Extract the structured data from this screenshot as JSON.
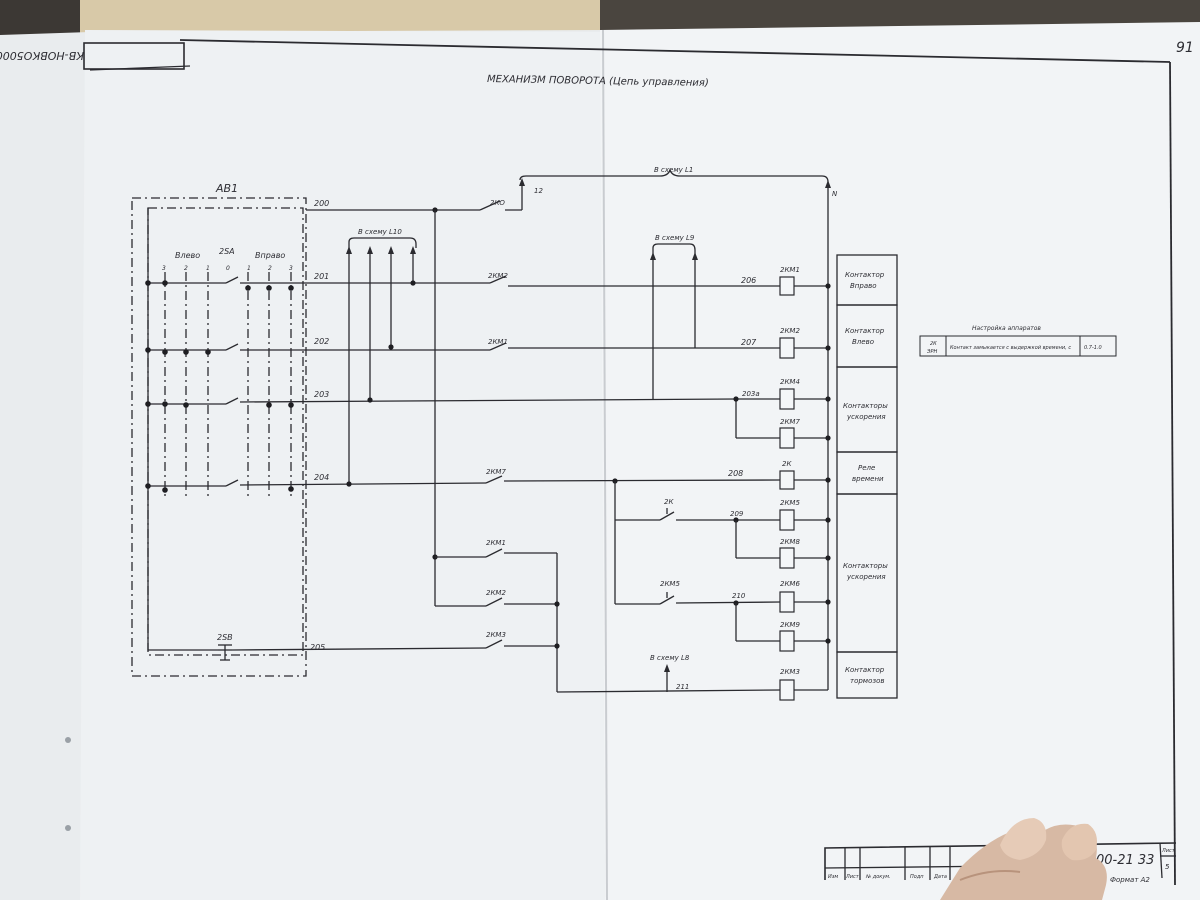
{
  "drawing": {
    "stamp_code": "КВ-НОВКО5000",
    "title": "МЕХАНИЗМ ПОВОРОТА (Цепь управления)",
    "sheet_handwritten": "91",
    "breaker_label": "АВ1",
    "switch_label": "2SA",
    "switch_left": "Влево",
    "switch_right": "Вправо",
    "switch_positions": [
      "3",
      "2",
      "1",
      "0",
      "1",
      "2",
      "3"
    ],
    "button_label": "2SB",
    "ref_l1": "В схему L1",
    "ref_l10": "В схему L10",
    "ref_l9": "В схему L9",
    "ref_l8": "В схему L8",
    "terminal_12": "12",
    "terminal_n": "N",
    "wires": [
      "200",
      "201",
      "202",
      "203",
      "204",
      "205",
      "206",
      "207",
      "203а",
      "208",
      "209",
      "210",
      "211"
    ],
    "contacts": [
      "2КО",
      "2КМ2",
      "2КМ1",
      "2КМ7",
      "2К",
      "2КМ5",
      "2КМ1",
      "2КМ2",
      "2КМ3"
    ],
    "coils": [
      "2КМ1",
      "2КМ2",
      "2КМ4",
      "2КМ7",
      "2К",
      "2КМ5",
      "2КМ8",
      "2КМ6",
      "2КМ9",
      "2КМ3"
    ],
    "right_blocks": [
      {
        "line1": "Контактор",
        "line2": "Вправо"
      },
      {
        "line1": "Контактор",
        "line2": "Влево"
      },
      {
        "line1": "Контакторы",
        "line2": "ускорения"
      },
      {
        "line1": "Реле",
        "line2": "времени"
      },
      {
        "line1": "Контакторы",
        "line2": "ускорения"
      },
      {
        "line1": "Контактор",
        "line2": "тормозов"
      }
    ],
    "settings": {
      "title": "Настройка аппаратов",
      "device": "2К",
      "device_sub": "ЭРН",
      "description": "Контакт замыкается с выдержкой времени, с",
      "value": "0.7-1.0"
    },
    "title_block": {
      "doc_number": "00-21 33",
      "sheet_label": "Лист",
      "sheet_number": "5",
      "format": "Формат  А2",
      "cols": [
        "Изм",
        "Лист",
        "№ докум.",
        "Подп",
        "Дата"
      ]
    }
  }
}
